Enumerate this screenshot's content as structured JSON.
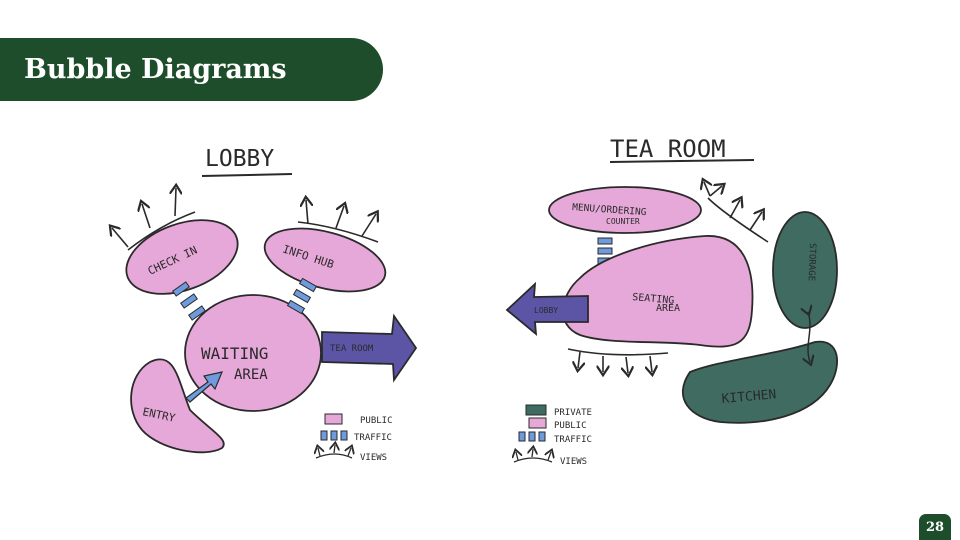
{
  "slide": {
    "title": "Bubble Diagrams",
    "page_number": "28"
  },
  "colors": {
    "banner": "#1e4d2b",
    "public": "#e6a8d8",
    "private": "#3f6b60",
    "traffic": "#6f9bde",
    "lobby_arrow": "#5c55a6",
    "stroke": "#2a2a2a"
  },
  "lobby": {
    "heading": "LOBBY",
    "bubbles": {
      "check_in": "CHECK IN",
      "info_hub": "INFO HUB",
      "waiting_line1": "WAITING",
      "waiting_line2": "AREA",
      "entry": "ENTRY"
    },
    "arrow_label": "TEA ROOM",
    "legend": {
      "public": "PUBLIC",
      "traffic": "TRAFFIC",
      "views": "VIEWS"
    }
  },
  "tea_room": {
    "heading": "TEA ROOM",
    "bubbles": {
      "counter_line1": "MENU/ORDERING",
      "counter_line2": "COUNTER",
      "seating_line1": "SEATING",
      "seating_line2": "AREA",
      "storage": "STORAGE",
      "kitchen": "KITCHEN"
    },
    "arrow_label": "LOBBY",
    "legend": {
      "private": "PRIVATE",
      "public": "PUBLIC",
      "traffic": "TRAFFIC",
      "views": "VIEWS"
    }
  }
}
